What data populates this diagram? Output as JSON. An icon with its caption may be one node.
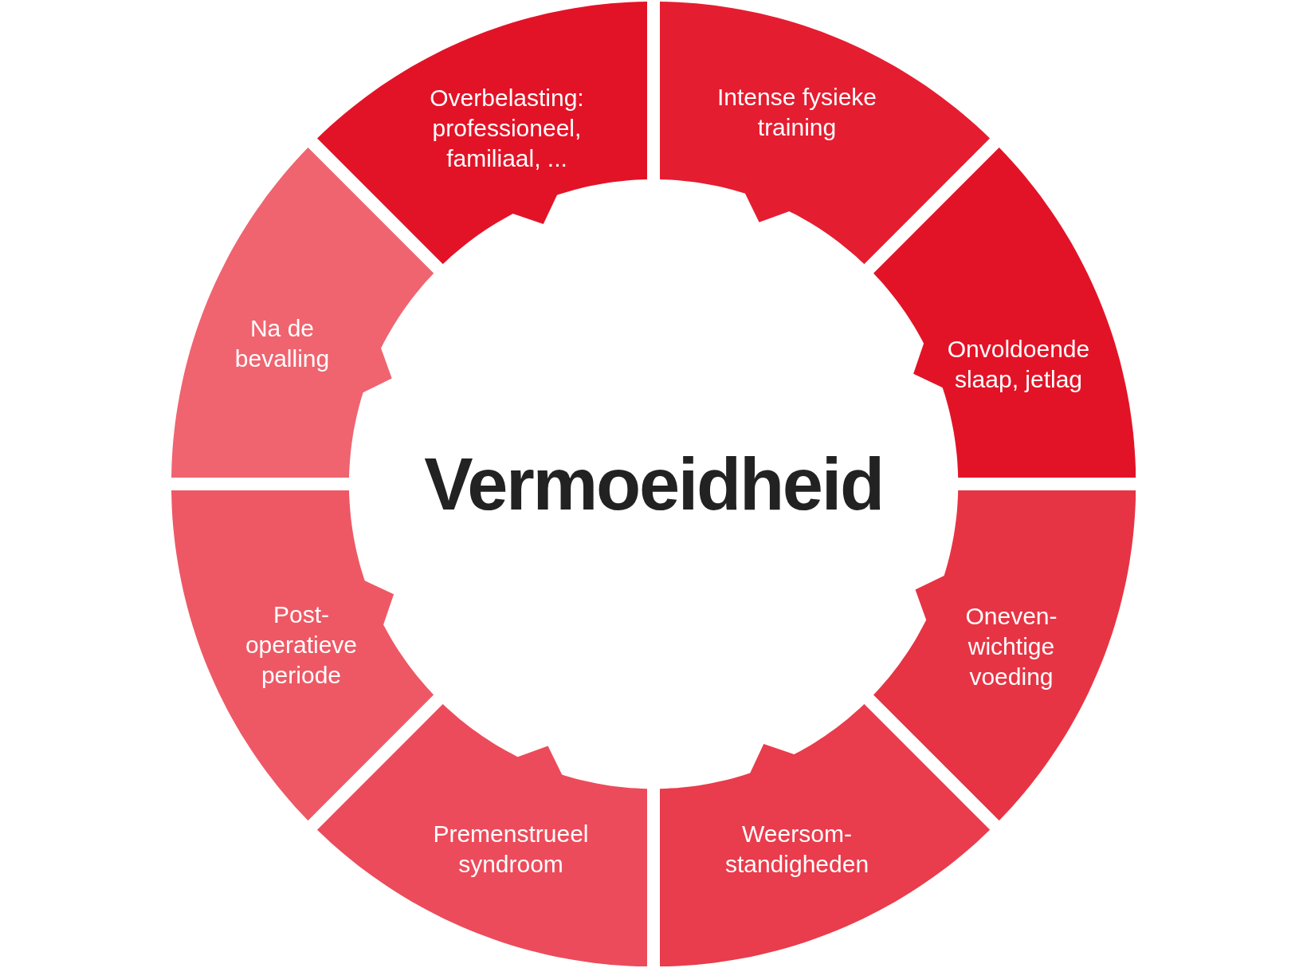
{
  "diagram": {
    "nodes": [
      {
        "text": [
          "Vermoeidheid"
        ]
      },
      {
        "text": [
          "Overbelasting: professioneel, familiaal, ..."
        ]
      },
      {
        "text": [
          "Intense fysieke training"
        ]
      },
      {
        "text": [
          "Onvoldoende slaap, jetlag"
        ]
      },
      {
        "text": [
          "Oneven- wichtige voeding"
        ]
      },
      {
        "text": [
          "Weersom- standigheden"
        ]
      },
      {
        "text": [
          "Premenstrueel syndroom"
        ]
      },
      {
        "text": [
          "Post- operatieve periode"
        ]
      },
      {
        "text": [
          "Na de bevalling"
        ]
      }
    ]
  }
}
